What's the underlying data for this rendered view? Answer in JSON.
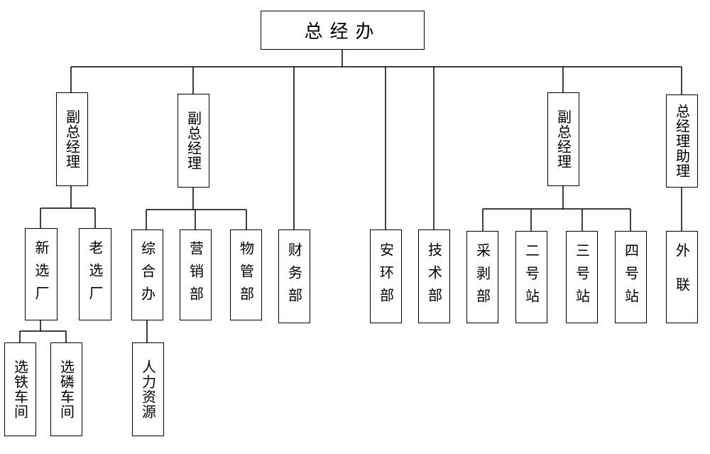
{
  "org_chart": {
    "root": "总经办",
    "nodes": {
      "vgm1": "副总经理",
      "xinxuan": "新选厂",
      "laoxuan": "老选厂",
      "xuantie": "选铁车间",
      "xuanlin": "选磷车间",
      "vgm2": "副总经理",
      "zonghe": "综合办",
      "renli": "人力资源",
      "yingxiao": "营销部",
      "wuguan": "物管部",
      "caiwu": "财务部",
      "anhuan": "安环部",
      "jishu": "技术部",
      "vgm3": "副总经理",
      "caibo": "采剥部",
      "erhao": "二号站",
      "sanhao": "三号站",
      "sihao": "四号站",
      "assistant": "总经理助理",
      "wailian": "外联"
    }
  }
}
